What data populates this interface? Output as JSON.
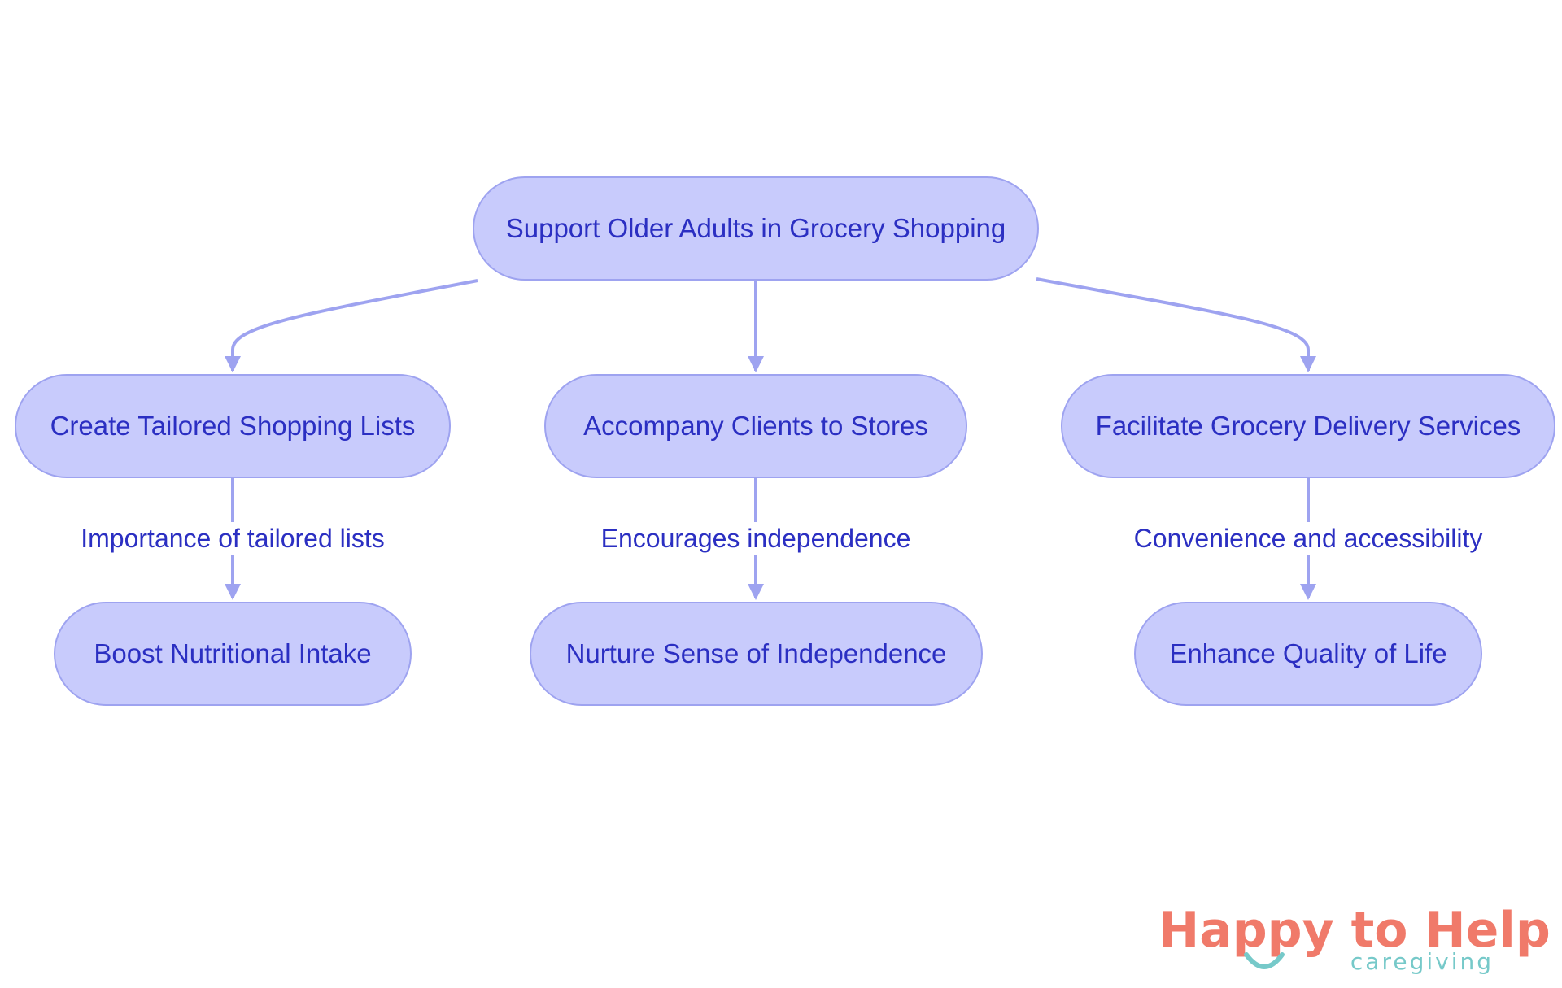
{
  "diagram": {
    "nodes": {
      "root": "Support Older Adults in Grocery Shopping",
      "lists": "Create Tailored Shopping Lists",
      "stores": "Accompany Clients to Stores",
      "delivery": "Facilitate Grocery Delivery Services",
      "nutrition": "Boost Nutritional Intake",
      "independence": "Nurture Sense of Independence",
      "quality": "Enhance Quality of Life"
    },
    "edge_labels": {
      "lists_to_nutrition": "Importance of tailored lists",
      "stores_to_independence": "Encourages independence",
      "delivery_to_quality": "Convenience and accessibility"
    },
    "edges": [
      {
        "from": "root",
        "to": "lists"
      },
      {
        "from": "root",
        "to": "stores"
      },
      {
        "from": "root",
        "to": "delivery"
      },
      {
        "from": "lists",
        "to": "nutrition"
      },
      {
        "from": "stores",
        "to": "independence"
      },
      {
        "from": "delivery",
        "to": "quality"
      }
    ]
  },
  "logo": {
    "title": "Happy to Help",
    "subtitle": "caregiving"
  },
  "colors": {
    "node_fill": "#c8cbfc",
    "node_border": "#9ea3f0",
    "text": "#2b2fc2",
    "edge": "#9ea3f0",
    "logo_coral": "#f07a6a",
    "logo_teal": "#76c9c9"
  }
}
